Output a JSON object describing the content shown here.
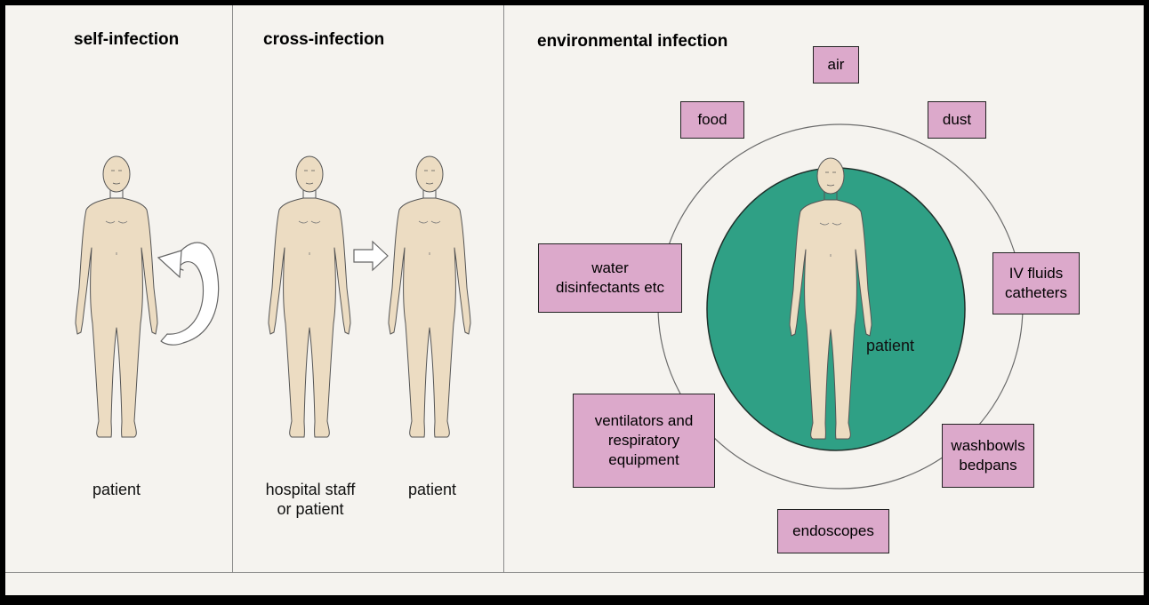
{
  "panels": {
    "self_infection": {
      "heading": "self-infection",
      "caption": "patient"
    },
    "cross_infection": {
      "heading": "cross-infection",
      "caption_source": "hospital staff\nor patient",
      "caption_target": "patient"
    },
    "environmental_infection": {
      "heading": "environmental infection",
      "center_label": "patient",
      "sources": {
        "air": "air",
        "food": "food",
        "dust": "dust",
        "water": "water\ndisinfectants etc",
        "iv": "IV fluids\ncatheters",
        "ventilators": "ventilators and\nrespiratory\nequipment",
        "washbowls": "washbowls\nbedpans",
        "endoscopes": "endoscopes"
      }
    }
  },
  "colors": {
    "source_box": "#dca9cb",
    "patient_zone": "#2fa085",
    "skin": "#ecdcc2",
    "page": "#f5f3ef"
  }
}
